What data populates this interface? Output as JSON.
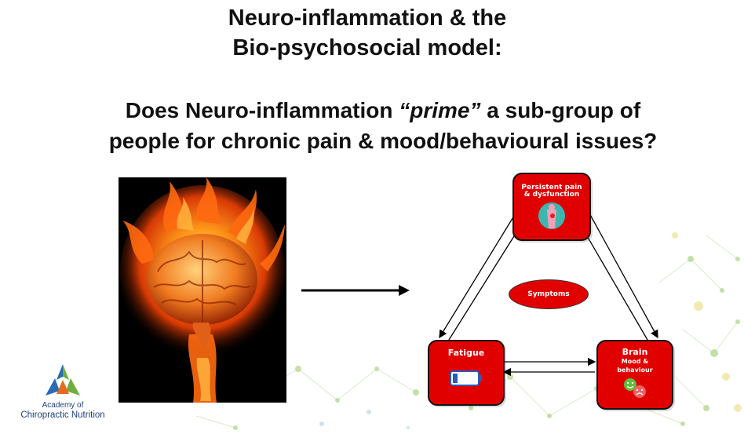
{
  "slide": {
    "title_line1": "Neuro-inflammation & the",
    "title_line2": "Bio-psychosocial model:",
    "question_line1_before": "Does Neuro-inflammation ",
    "question_line1_em": "“prime”",
    "question_line1_after": " a sub-group of",
    "question_line2": "people for chronic pain & mood/behavioural issues?"
  },
  "image": {
    "subject": "brain-on-fire"
  },
  "diagram": {
    "pain_node": {
      "line1": "Persistent pain",
      "line2": "& dysfunction",
      "icon": "body-pain-icon"
    },
    "fatigue_node": {
      "label": "Fatigue",
      "icon": "low-battery-icon"
    },
    "brain_node": {
      "label": "Brain",
      "sub1": "Mood &",
      "sub2": "behaviour",
      "icon": "mood-faces-icon"
    },
    "center": {
      "label": "Symptoms"
    },
    "node_color": "#e00000"
  },
  "logo": {
    "line1": "Academy of",
    "line2": "Chiropractic Nutrition",
    "colors": [
      "#2a6bb5",
      "#e36b1e",
      "#6fae3b"
    ]
  }
}
